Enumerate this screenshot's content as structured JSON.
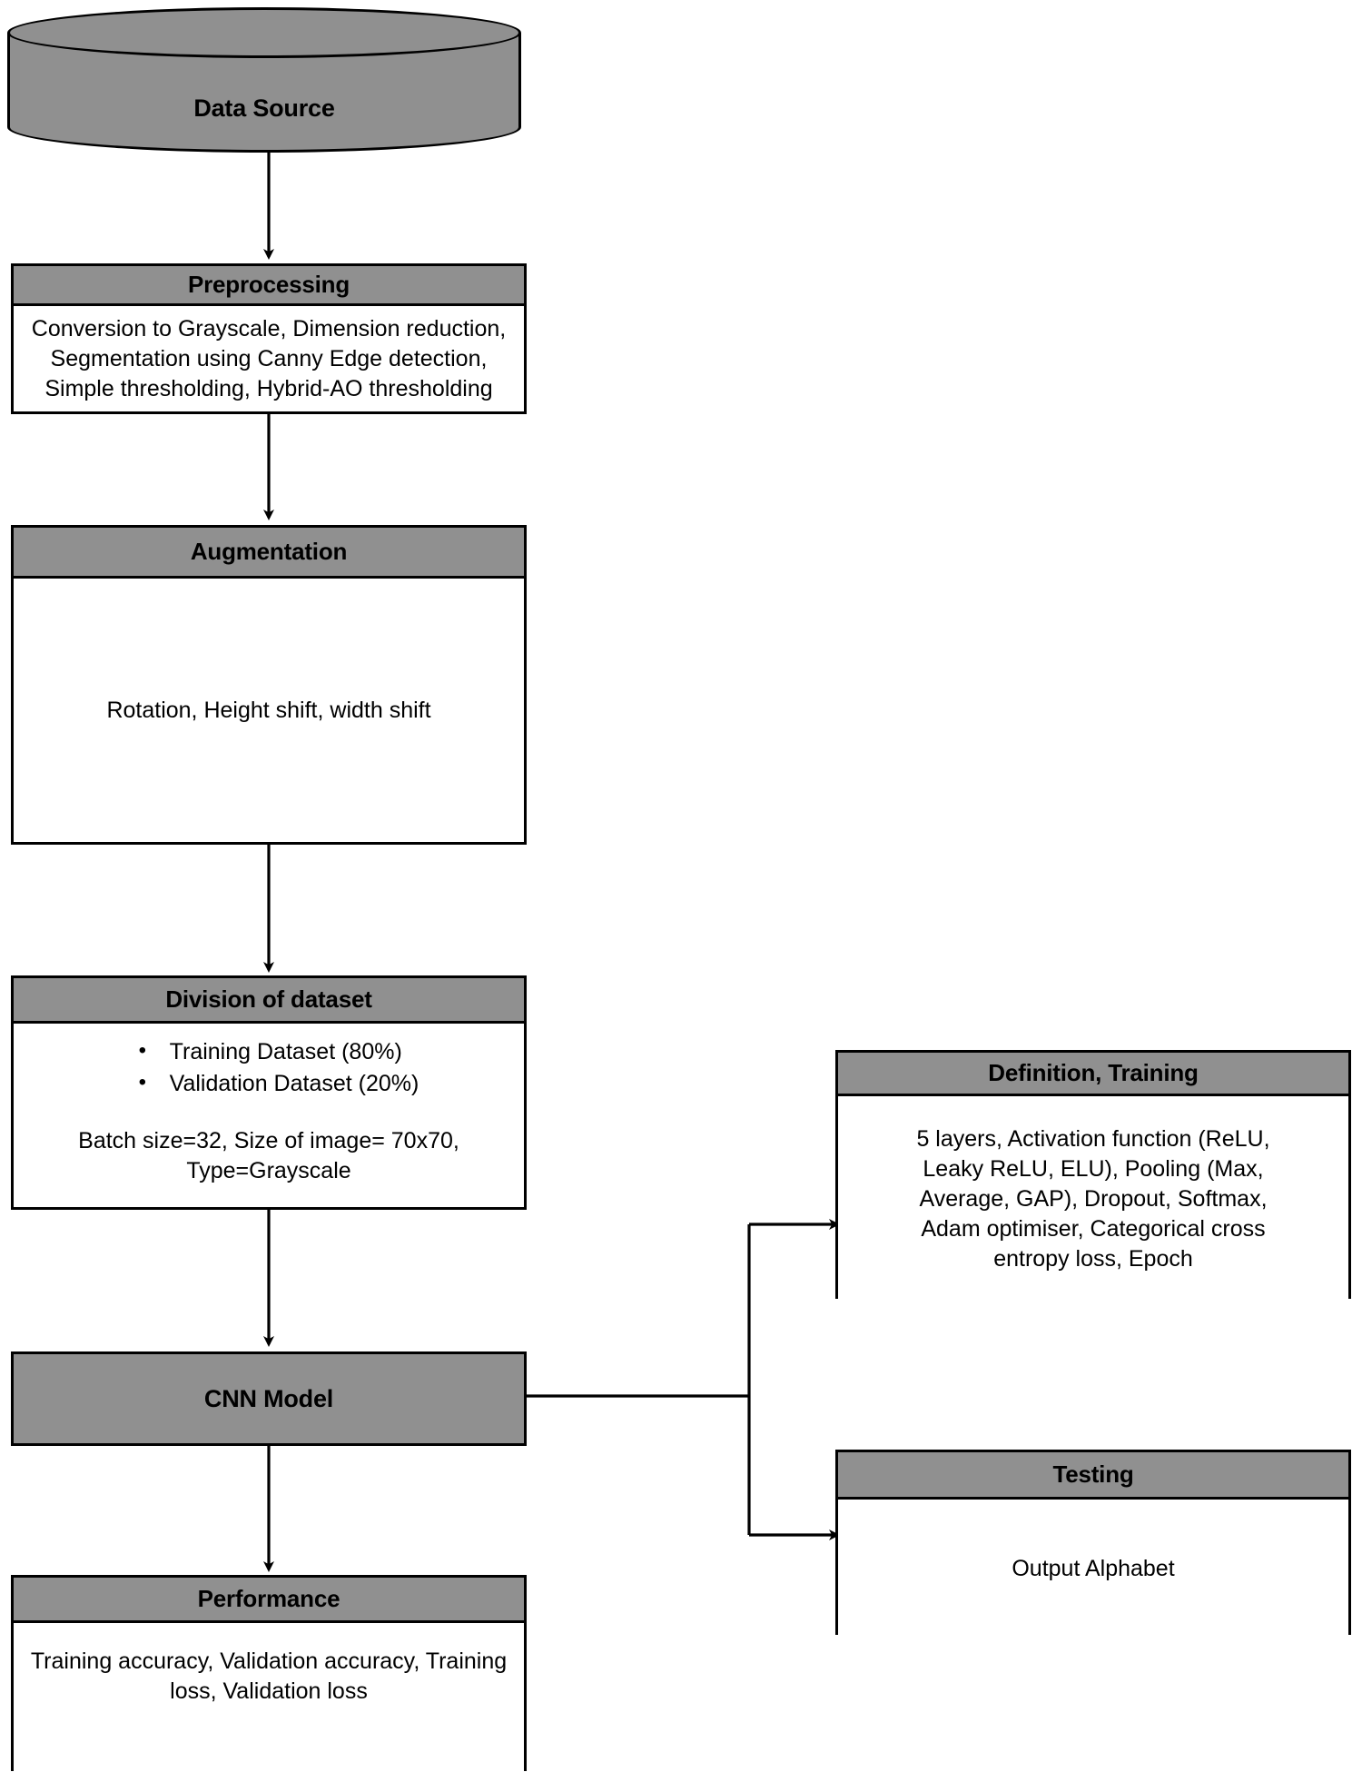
{
  "diagram": {
    "title": "CNN Pipeline Flowchart",
    "colors": {
      "node_fill": "#909090",
      "body_fill": "#ffffff",
      "stroke": "#000000"
    }
  },
  "nodes": {
    "data_source": {
      "label": "Data Source",
      "shape": "cylinder"
    },
    "preprocessing": {
      "header": "Preprocessing",
      "body_lines": [
        "Conversion to Grayscale, Dimension reduction,",
        "Segmentation using Canny Edge detection,",
        "Simple thresholding, Hybrid-AO thresholding"
      ]
    },
    "augmentation": {
      "header": "Augmentation",
      "body_lines": [
        "Rotation, Height shift, width shift"
      ]
    },
    "division": {
      "header": "Division of dataset",
      "bullets": [
        "Training Dataset (80%)",
        "Validation Dataset (20%)"
      ],
      "body_lines": [
        "Batch size=32, Size of image= 70x70,",
        "Type=Grayscale"
      ]
    },
    "cnn_model": {
      "label": "CNN Model",
      "shape": "filled-box"
    },
    "definition_training": {
      "header": "Definition, Training",
      "body_lines": [
        "5 layers, Activation function (ReLU,",
        "Leaky ReLU, ELU), Pooling (Max,",
        "Average, GAP), Dropout, Softmax,",
        "Adam optimiser, Categorical cross",
        "entropy loss, Epoch"
      ]
    },
    "testing": {
      "header": "Testing",
      "body_lines": [
        "Output Alphabet"
      ]
    },
    "performance": {
      "header": "Performance",
      "body_lines": [
        "Training accuracy, Validation accuracy, Training",
        "loss, Validation loss"
      ]
    }
  },
  "edges": [
    {
      "from": "data_source",
      "to": "preprocessing",
      "style": "arrow-down"
    },
    {
      "from": "preprocessing",
      "to": "augmentation",
      "style": "arrow-down"
    },
    {
      "from": "augmentation",
      "to": "division",
      "style": "arrow-down"
    },
    {
      "from": "division",
      "to": "cnn_model",
      "style": "arrow-down"
    },
    {
      "from": "cnn_model",
      "to": "definition_training",
      "style": "elbow-right-up"
    },
    {
      "from": "cnn_model",
      "to": "testing",
      "style": "elbow-right-down"
    },
    {
      "from": "cnn_model",
      "to": "performance",
      "style": "arrow-down"
    }
  ]
}
